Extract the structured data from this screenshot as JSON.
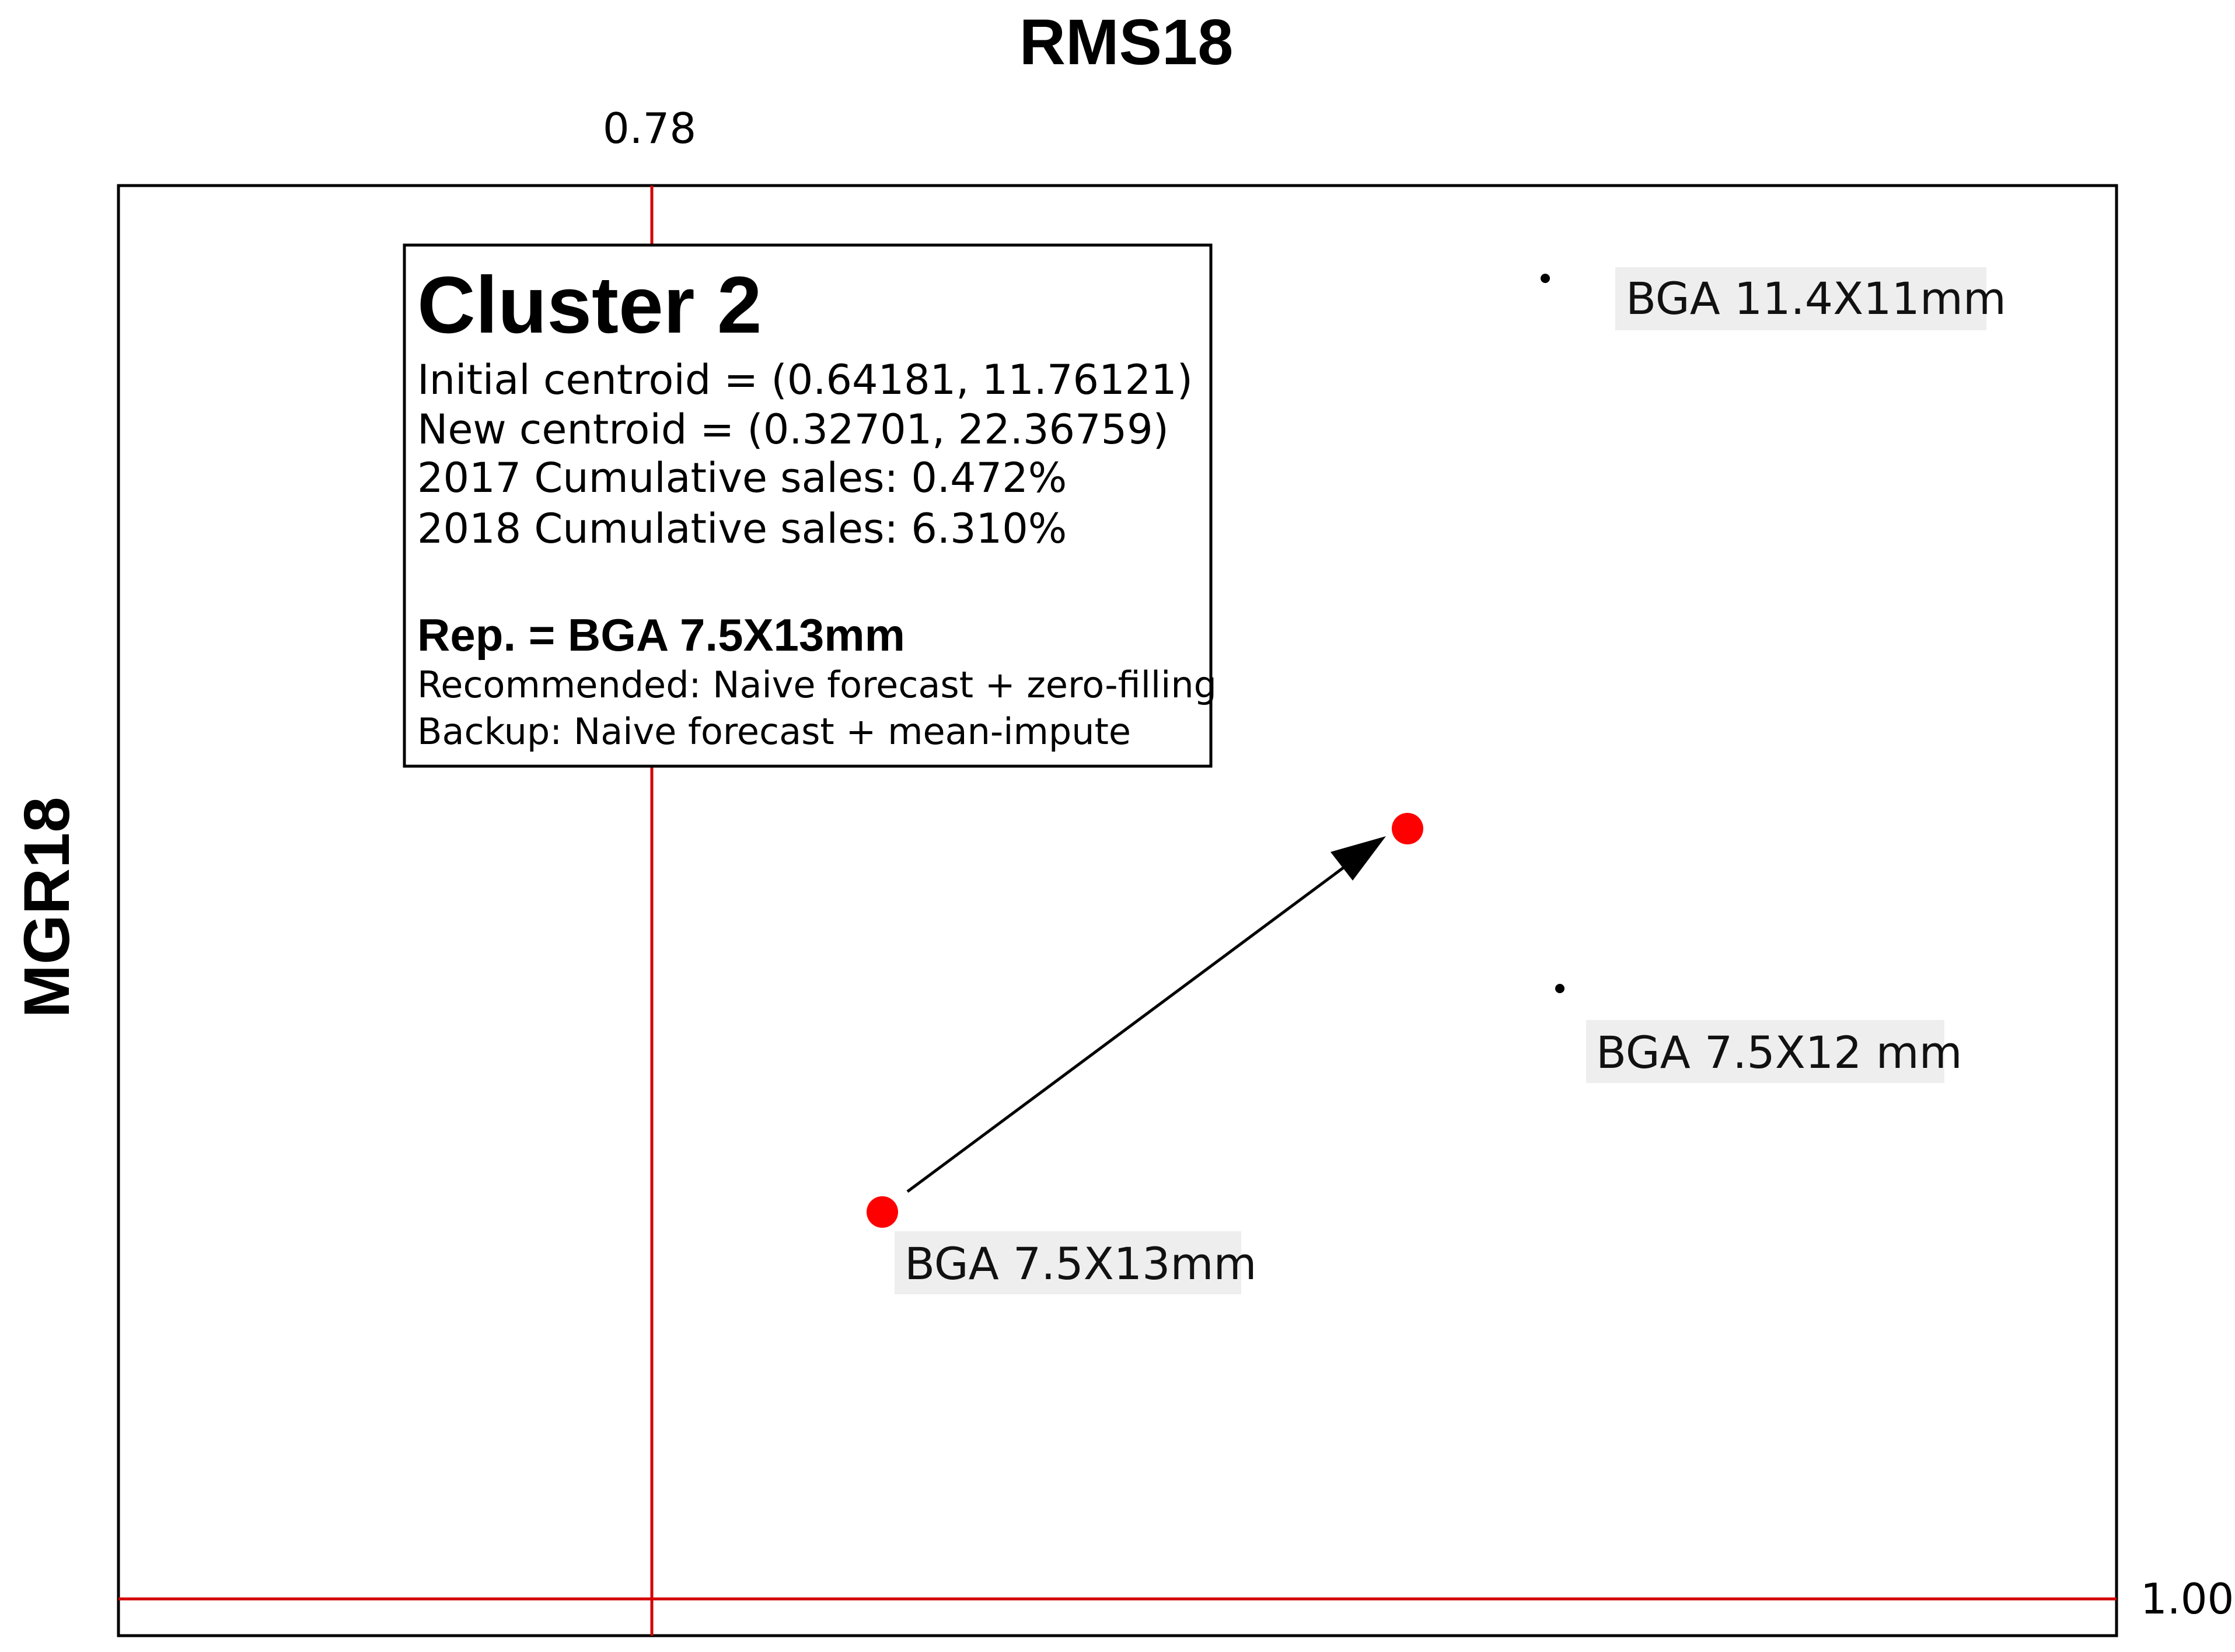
{
  "chart_data": {
    "type": "scatter",
    "title": "",
    "xlabel": "RMS18",
    "ylabel": "MGR18",
    "reference_lines": {
      "vertical_label": "0.78",
      "horizontal_label": "1.00",
      "color": "#d40000"
    },
    "centroids": [
      {
        "role": "initial",
        "x": 0.64181,
        "y": 11.76121,
        "label": "BGA 7.5X13mm",
        "color": "#ff0000"
      },
      {
        "role": "new",
        "x": 0.32701,
        "y": 22.36759,
        "label": "",
        "color": "#ff0000"
      }
    ],
    "points": [
      {
        "label": "BGA 11.4X11mm",
        "color": "#000000"
      },
      {
        "label": "BGA 7.5X12 mm",
        "color": "#000000"
      }
    ],
    "arrow": {
      "from": "initial",
      "to": "new",
      "color": "#000000"
    },
    "label_background": "#eeeeee",
    "grid": false,
    "legend": "none"
  },
  "info_box": {
    "title": "Cluster 2",
    "lines": [
      "Initial centroid = (0.64181, 11.76121)",
      "New centroid = (0.32701, 22.36759)",
      "2017 Cumulative sales: 0.472%",
      "2018 Cumulative sales: 6.310%"
    ],
    "rep": "Rep. = BGA 7.5X13mm",
    "recommended": "Recommended: Naive forecast + zero-filling",
    "backup": "Backup: Naive forecast + mean-impute"
  }
}
